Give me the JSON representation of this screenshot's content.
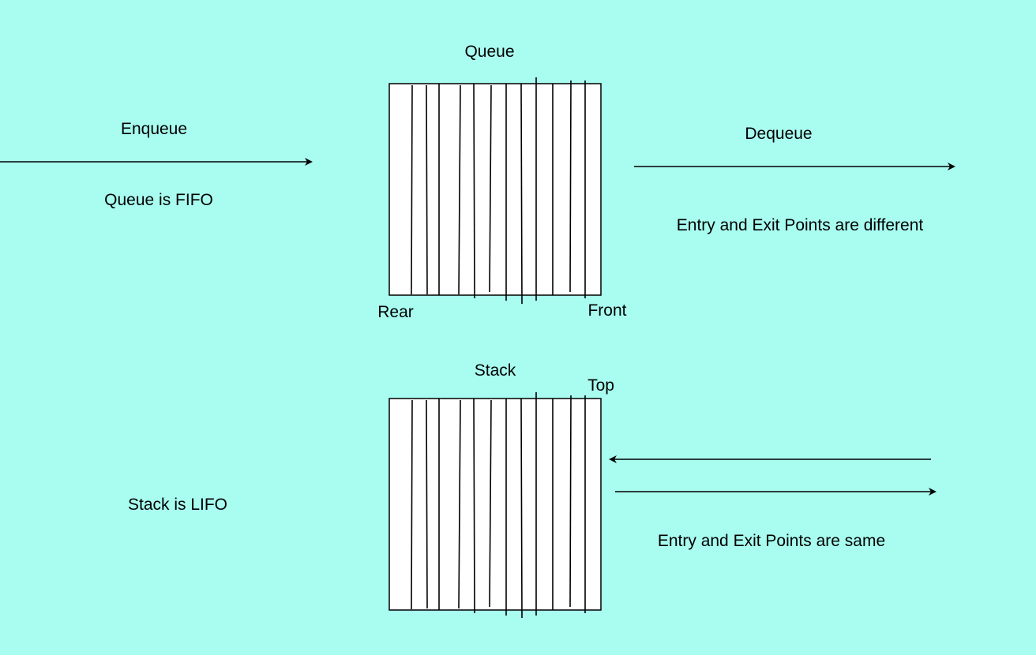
{
  "queue": {
    "title": "Queue",
    "enqueue_label": "Enqueue",
    "dequeue_label": "Dequeue",
    "fifo_note": "Queue is FIFO",
    "entry_exit_note": "Entry and Exit Points are different",
    "rear_label": "Rear",
    "front_label": "Front"
  },
  "stack": {
    "title": "Stack",
    "top_label": "Top",
    "lifo_note": "Stack is LIFO",
    "entry_exit_note": "Entry and Exit Points are same"
  },
  "colors": {
    "background": "#a8fdf0",
    "box_fill": "#ffffff",
    "stroke": "#000000"
  }
}
